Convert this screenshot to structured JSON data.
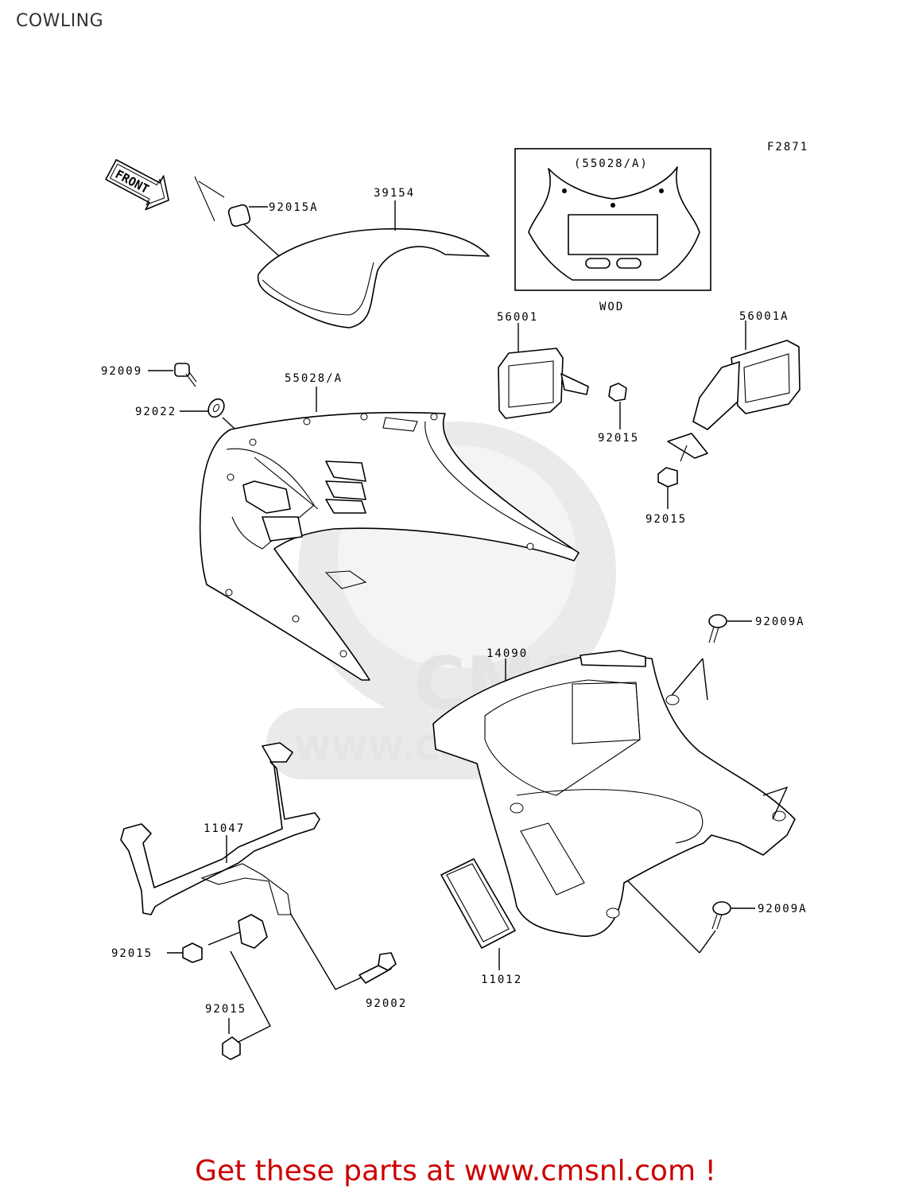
{
  "page": {
    "title": "COWLING"
  },
  "diagram": {
    "figure_code": "F2871",
    "front_arrow": "FRONT",
    "inset_label": "(55028/A)",
    "inset_caption": "WOD",
    "watermark_logo": "CMS",
    "watermark_url": "WWW.CMSNL.COM",
    "parts": {
      "p39154": "39154",
      "p92015A": "92015A",
      "p92009": "92009",
      "p55028A": "55028/A",
      "p92022": "92022",
      "p56001": "56001",
      "p56001A": "56001A",
      "p92015_mirror_left": "92015",
      "p92015_mirror_right": "92015",
      "p92009A_top": "92009A",
      "p14090": "14090",
      "p11047": "11047",
      "p92015_stay_a": "92015",
      "p92015_stay_b": "92015",
      "p92002": "92002",
      "p11012": "11012",
      "p92009A_bottom": "92009A"
    }
  },
  "footer": {
    "link_text": "Get these parts at www.cmsnl.com !"
  }
}
